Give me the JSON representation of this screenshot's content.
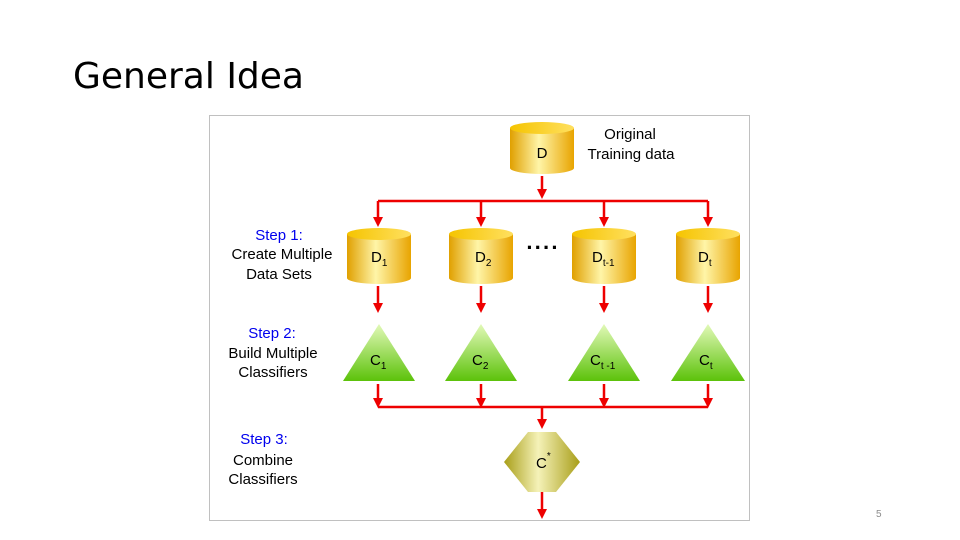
{
  "slide": {
    "title": "General Idea",
    "page_number": "5"
  },
  "source": {
    "label": "D",
    "description_line1": "Original",
    "description_line2": "Training data"
  },
  "steps": [
    {
      "heading": "Step 1:",
      "line1": "Create Multiple",
      "line2": "Data Sets"
    },
    {
      "heading": "Step 2:",
      "line1": "Build Multiple",
      "line2": "Classifiers"
    },
    {
      "heading": "Step 3:",
      "line1": "Combine",
      "line2": "Classifiers"
    }
  ],
  "datasets": [
    {
      "base": "D",
      "sub": "1"
    },
    {
      "base": "D",
      "sub": "2"
    },
    {
      "base": "D",
      "sub": "t-1"
    },
    {
      "base": "D",
      "sub": "t"
    }
  ],
  "ellipsis": "····",
  "classifiers": [
    {
      "base": "C",
      "sub": "1"
    },
    {
      "base": "C",
      "sub": "2"
    },
    {
      "base": "C",
      "sub": "t -1"
    },
    {
      "base": "C",
      "sub": "t"
    }
  ],
  "combined": {
    "base": "C",
    "sup": "*"
  },
  "colors": {
    "arrow": "#ee0000",
    "cylinder_light": "#fff3a0",
    "cylinder_dark": "#e8a800",
    "triangle_light": "#d8f5a8",
    "triangle_dark": "#5cc20a",
    "hexagon_light": "#f2efb0",
    "hexagon_dark": "#a7a020",
    "step_heading": "#0000ee"
  }
}
